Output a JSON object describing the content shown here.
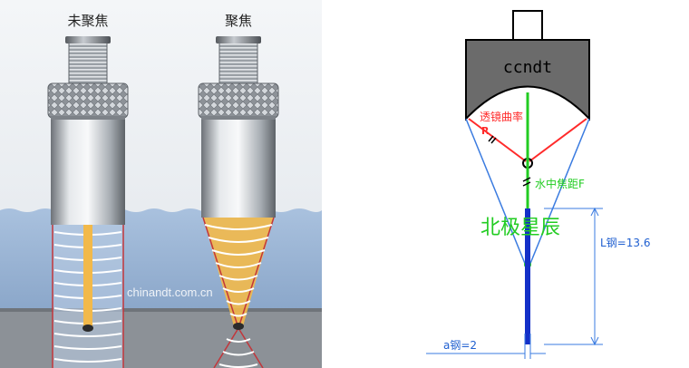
{
  "left": {
    "label_unfocused": "未聚焦",
    "label_focused": "聚焦",
    "watermark": "chinandt.com.cn"
  },
  "right": {
    "brand": "ccndt",
    "lens_curvature": "透镜曲率",
    "r_label": "R",
    "water_focus": "水中焦距F",
    "watermark": "北极星辰",
    "steel_length": "L钢=13.6",
    "steel_a": "a钢=2"
  },
  "colors": {
    "water": "#9fb8d8",
    "steel": "#8a8f95",
    "beam": "#f2b94a",
    "red_line": "#ff2a2a",
    "green_line": "#22cc22",
    "blue_line": "#3a7be0",
    "label_green": "#22cc22",
    "label_blue": "#1f5fd0",
    "label_red": "#ff2a2a"
  }
}
